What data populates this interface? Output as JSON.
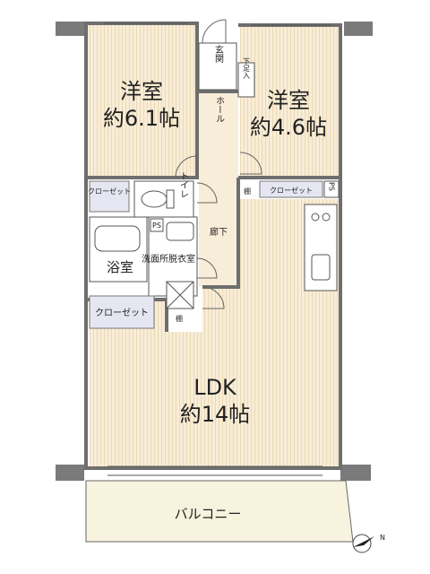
{
  "rooms": {
    "western1": {
      "name": "洋室",
      "size": "約6.1帖"
    },
    "western2": {
      "name": "洋室",
      "size": "約4.6帖"
    },
    "ldk": {
      "name": "LDK",
      "size": "約14帖"
    }
  },
  "labels": {
    "entrance": "玄関",
    "shoe_storage": "下足入",
    "hall": "ホール",
    "hallway": "廊下",
    "toilet": "トイレ",
    "closet_small": "クローゼット",
    "closet_right": "クローゼット",
    "closet_bottom": "クローゼット",
    "ps1": "PS",
    "ps2": "PS",
    "shelf1": "棚",
    "shelf2": "棚",
    "bath": "浴室",
    "washroom": "洗面所脱衣室",
    "balcony": "バルコニー"
  },
  "compass": {
    "north": "N"
  }
}
